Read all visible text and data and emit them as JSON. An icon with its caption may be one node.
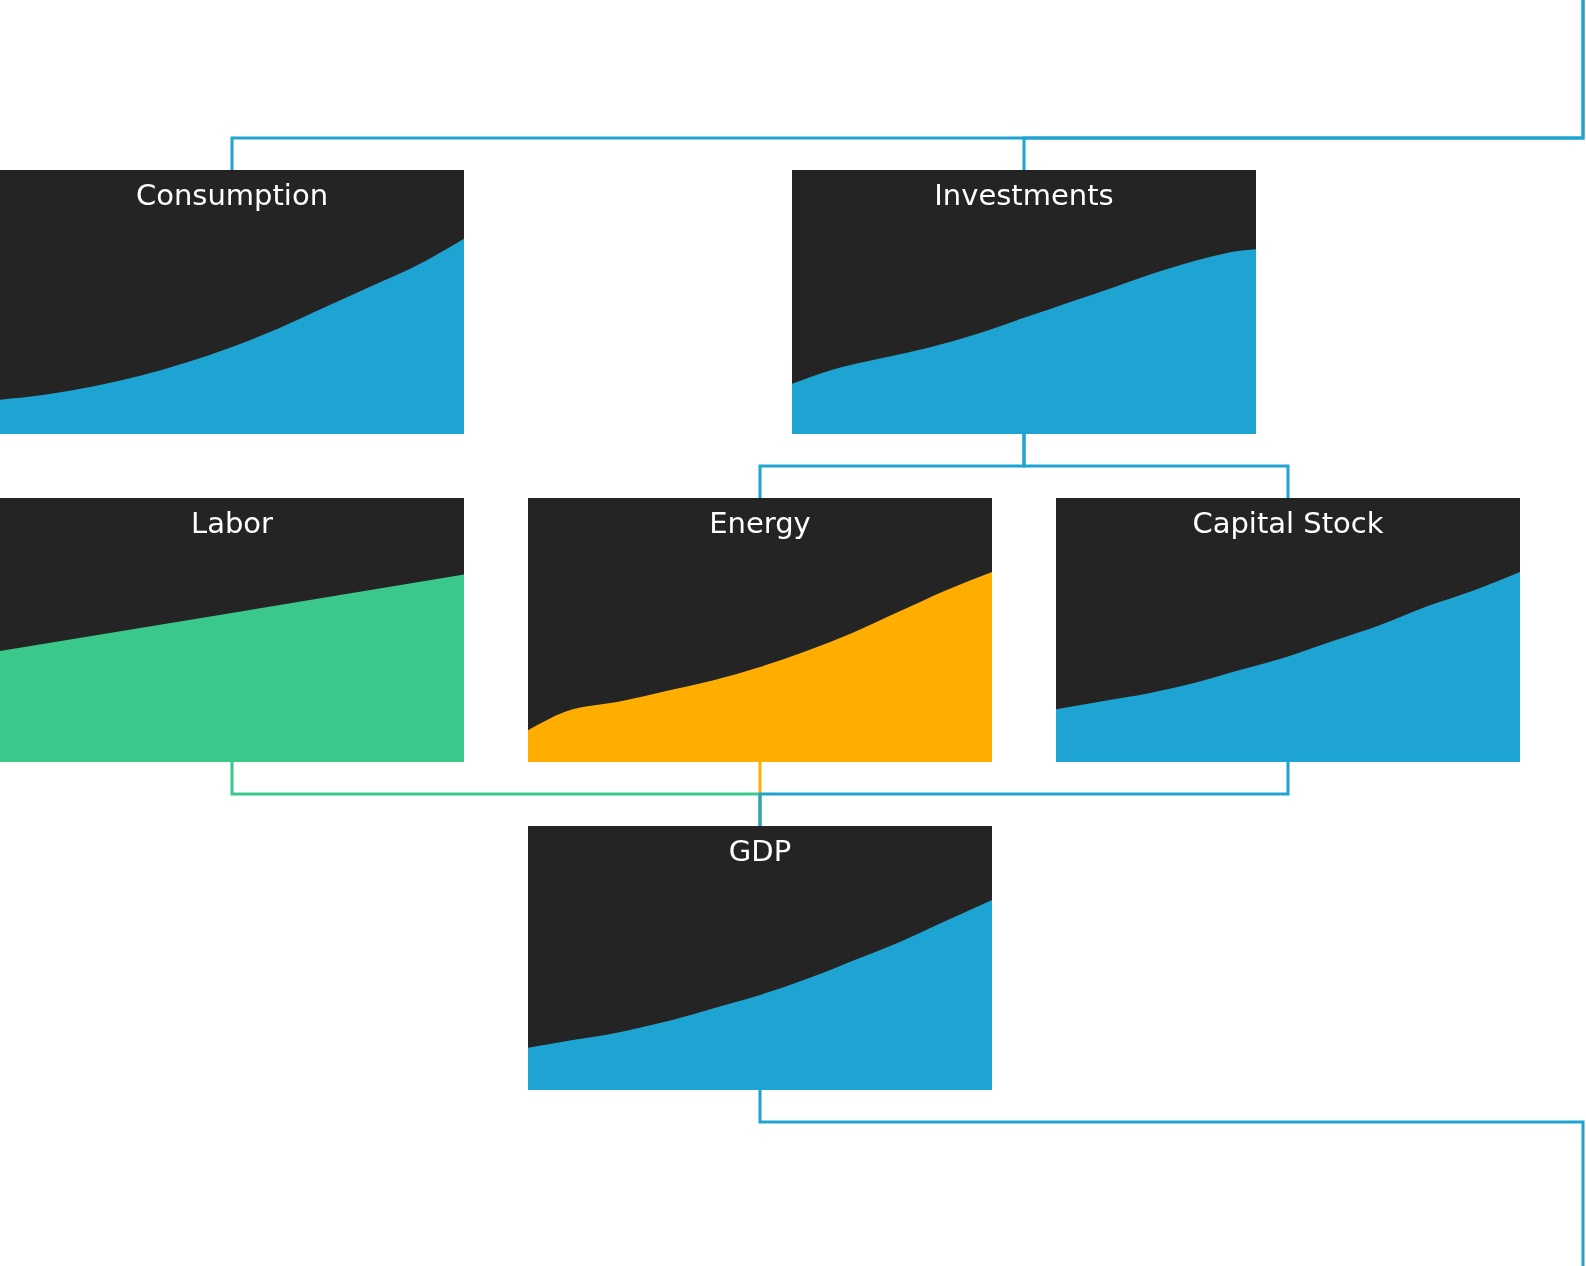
{
  "diagram": {
    "nodes": [
      {
        "text": [
          "Consumption"
        ]
      },
      {
        "text": [
          "Investments"
        ]
      },
      {
        "text": [
          "Labor"
        ]
      },
      {
        "text": [
          "Energy"
        ]
      },
      {
        "text": [
          "Capital Stock"
        ]
      },
      {
        "text": [
          "GDP"
        ]
      }
    ],
    "edges": [
      {
        "from": 5,
        "to": null,
        "arrow": "none"
      },
      {
        "from": null,
        "to": 0,
        "arrow": "none"
      },
      {
        "from": null,
        "to": 1,
        "arrow": "none"
      },
      {
        "from": 1,
        "to": 3,
        "arrow": "none"
      },
      {
        "from": 1,
        "to": 4,
        "arrow": "none"
      },
      {
        "from": 2,
        "to": 5,
        "arrow": "none",
        "color": "#3ac98a"
      },
      {
        "from": 3,
        "to": 5,
        "arrow": "none",
        "color": "#ffae00"
      },
      {
        "from": 4,
        "to": 5,
        "arrow": "none"
      }
    ]
  }
}
